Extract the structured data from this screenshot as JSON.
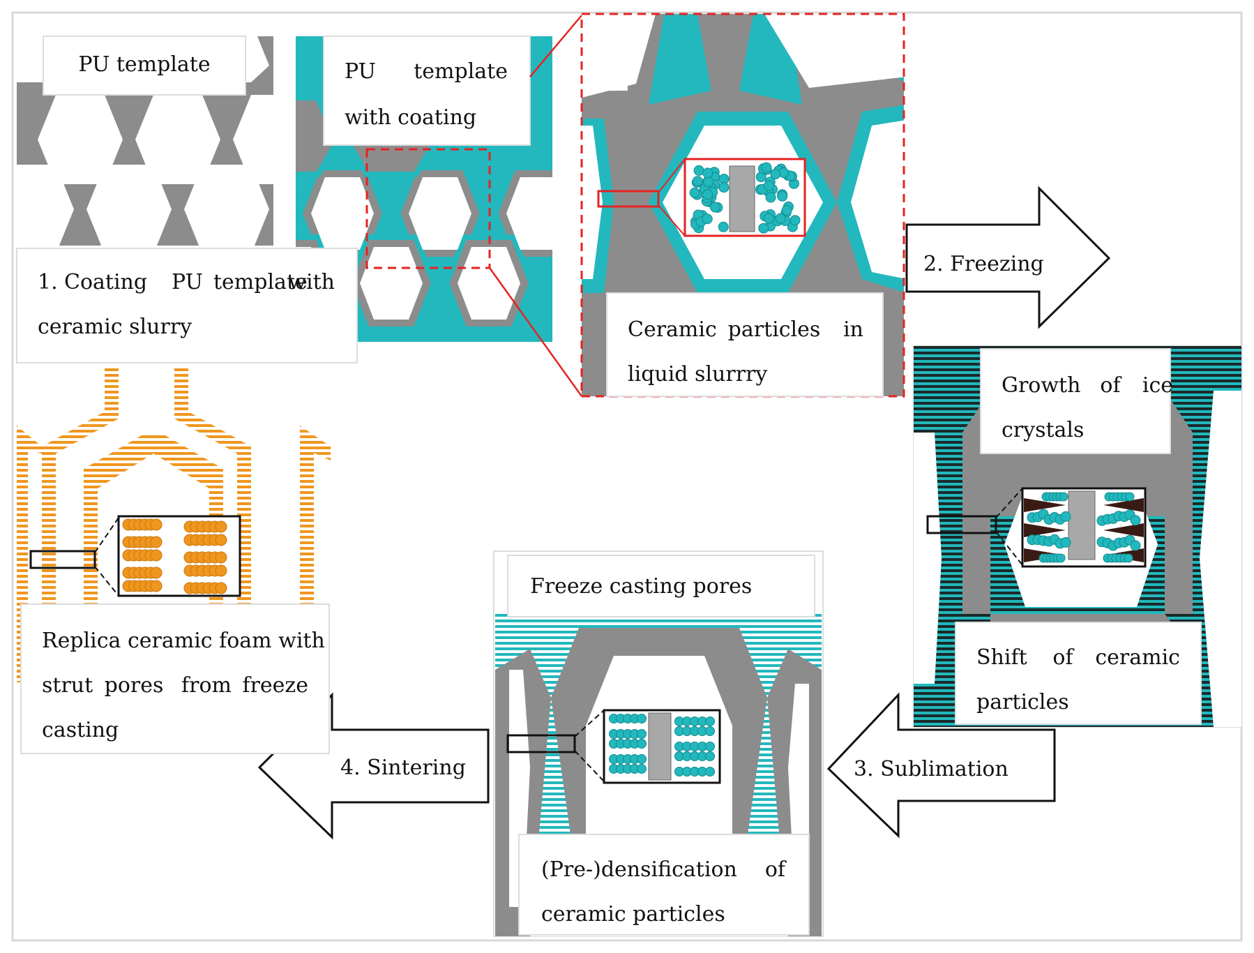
{
  "labels": {
    "pu_template": "PU template",
    "pu_coating_word1": "PU",
    "pu_coating_word2": "template",
    "pu_coating_line2": "with coating",
    "step1_line1_words": [
      "1.",
      "Coating",
      "PU",
      "template",
      "with"
    ],
    "step1_line2": "ceramic slurry",
    "ceramic_line1_words": [
      "Ceramic",
      "particles",
      "in"
    ],
    "ceramic_line2": "liquid slurrry",
    "step2": "2. Freezing",
    "ice_line1_words": [
      "Growth",
      "of",
      "ice"
    ],
    "ice_line2": "crystals",
    "shift_line1_words": [
      "Shift",
      "of",
      "ceramic"
    ],
    "shift_line2": "particles",
    "step3": "3. Sublimation",
    "freeze_pores": "Freeze casting pores",
    "predens_line1_words": [
      "(Pre-)densification",
      "of"
    ],
    "predens_line2": "ceramic particles",
    "step4": "4. Sintering",
    "replica_line1": "Replica ceramic foam with",
    "replica_line2_words": [
      "strut",
      "pores",
      "from",
      "freeze"
    ],
    "replica_line3": "casting"
  },
  "colors": {
    "strut_gray": "#8c8c8c",
    "teal": "#22b8bd",
    "orange": "#f0961e",
    "red_dashed": "#e62222",
    "ice_brown": "#3a1a14"
  }
}
